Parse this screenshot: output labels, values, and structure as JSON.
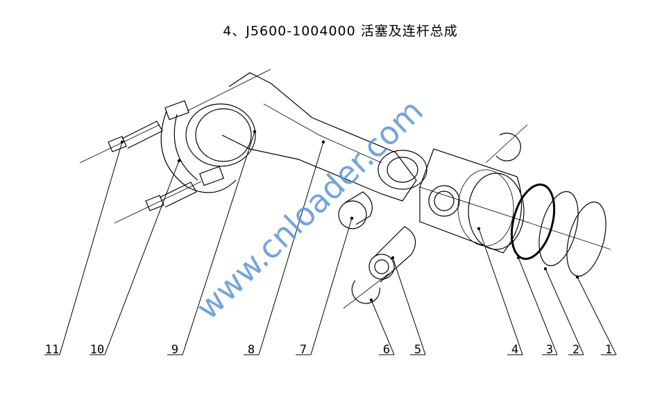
{
  "title": "4、J5600-1004000  活塞及连杆总成",
  "watermark": "www.cnloader.com",
  "callouts": [
    "11",
    "10",
    "9",
    "8",
    "7",
    "6",
    "5",
    "4",
    "3",
    "2",
    "1"
  ],
  "parts": [
    "connecting-rod-bolt",
    "connecting-rod-cap",
    "bearing-shell",
    "connecting-rod",
    "small-end-bushing",
    "circlip",
    "piston-pin",
    "piston",
    "oil-control-ring",
    "second-compression-ring",
    "top-compression-ring"
  ]
}
